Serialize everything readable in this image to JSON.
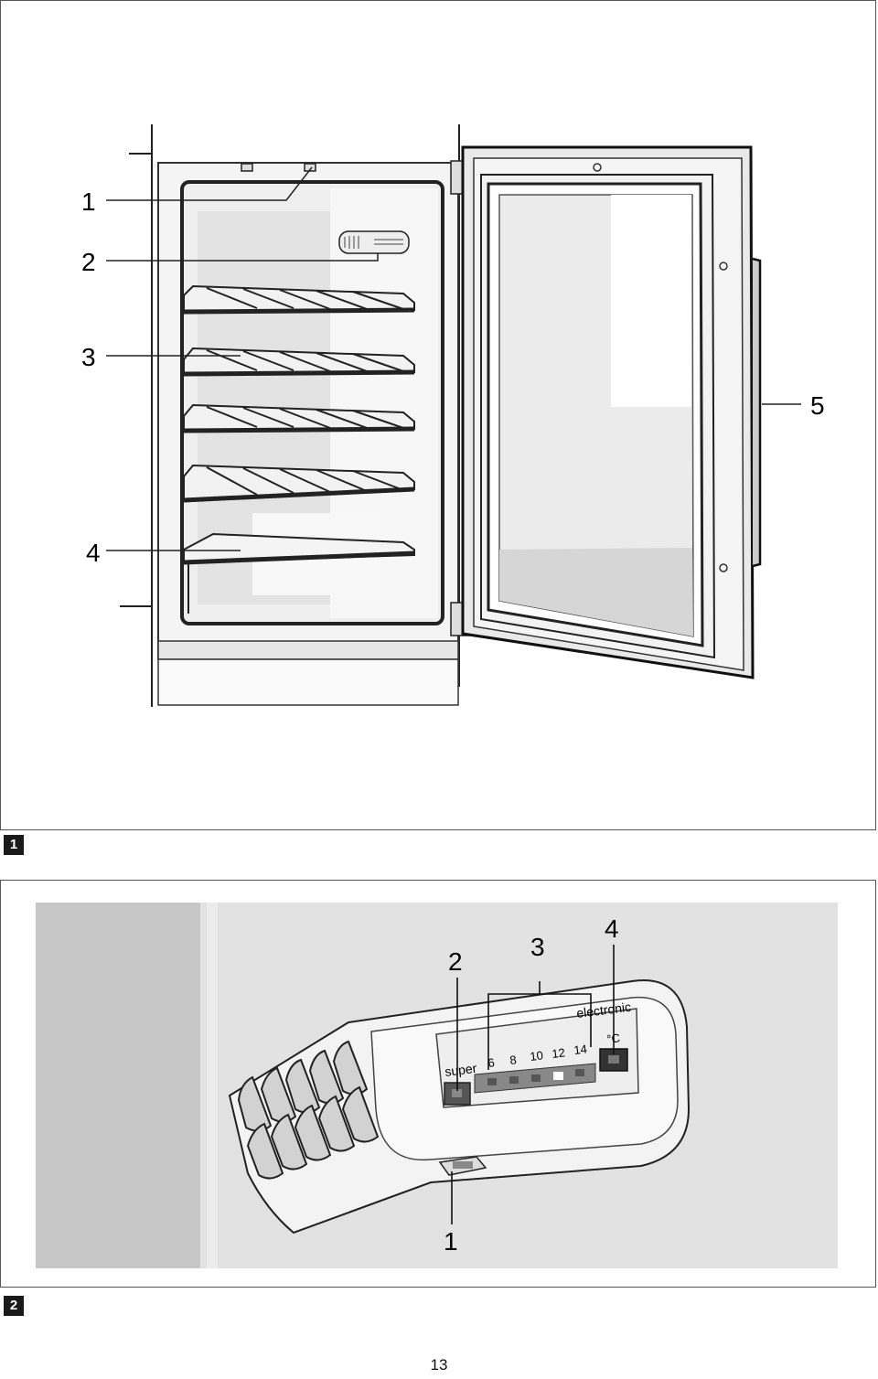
{
  "figure1": {
    "badge": "1",
    "callouts": [
      "1",
      "2",
      "3",
      "4",
      "5"
    ]
  },
  "figure2": {
    "badge": "2",
    "callouts": [
      "2",
      "3",
      "4",
      "1"
    ],
    "panel": {
      "brand": "electronic",
      "super_label": "super",
      "scale": [
        "6",
        "8",
        "10",
        "12",
        "14"
      ],
      "unit": "°C"
    }
  },
  "page_number": "13"
}
